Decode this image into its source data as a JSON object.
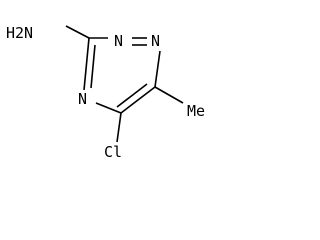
{
  "molecule": {
    "atoms": {
      "amine": "H2N",
      "n2": "N",
      "n1": "N",
      "n4": "N",
      "chlorine": "Cl",
      "methyl": "Me"
    }
  }
}
